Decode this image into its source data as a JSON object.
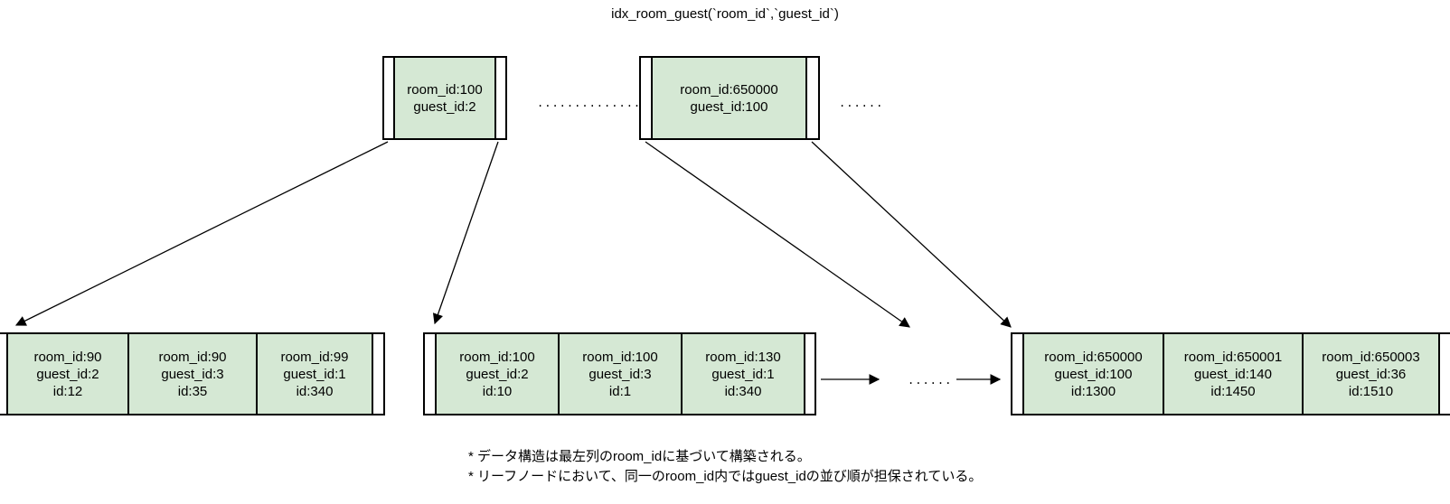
{
  "title": "idx_room_guest(`room_id`,`guest_id`)",
  "colors": {
    "cell_fill": "#d5e8d4",
    "border": "#000000"
  },
  "internal_nodes": [
    {
      "keys": [
        "room_id:100",
        "guest_id:2"
      ]
    },
    {
      "keys": [
        "room_id:650000",
        "guest_id:100"
      ]
    }
  ],
  "ellipses": {
    "between_internal_nodes": "...............",
    "after_second_internal_node": "......",
    "between_leaf_nodes": "......"
  },
  "leaf_nodes": [
    {
      "records": [
        {
          "room_id": "room_id:90",
          "guest_id": "guest_id:2",
          "id": "id:12"
        },
        {
          "room_id": "room_id:90",
          "guest_id": "guest_id:3",
          "id": "id:35"
        },
        {
          "room_id": "room_id:99",
          "guest_id": "guest_id:1",
          "id": "id:340"
        }
      ]
    },
    {
      "records": [
        {
          "room_id": "room_id:100",
          "guest_id": "guest_id:2",
          "id": "id:10"
        },
        {
          "room_id": "room_id:100",
          "guest_id": "guest_id:3",
          "id": "id:1"
        },
        {
          "room_id": "room_id:130",
          "guest_id": "guest_id:1",
          "id": "id:340"
        }
      ]
    },
    {
      "records": [
        {
          "room_id": "room_id:650000",
          "guest_id": "guest_id:100",
          "id": "id:1300"
        },
        {
          "room_id": "room_id:650001",
          "guest_id": "guest_id:140",
          "id": "id:1450"
        },
        {
          "room_id": "room_id:650003",
          "guest_id": "guest_id:36",
          "id": "id:1510"
        }
      ]
    }
  ],
  "notes": [
    "* データ構造は最左列のroom_idに基づいて構築される。",
    "* リーフノードにおいて、同一のroom_id内ではguest_idの並び順が担保されている。"
  ]
}
